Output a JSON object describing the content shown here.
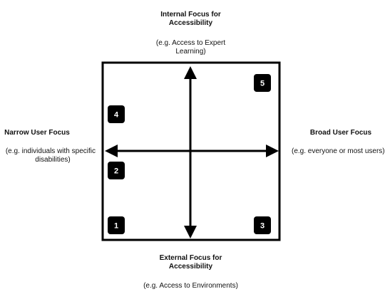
{
  "top": {
    "title_line1": "Internal Focus for",
    "title_line2": "Accessibility",
    "note_line1": "(e.g. Access to Expert",
    "note_line2": "Learning)"
  },
  "bottom": {
    "title_line1": "External Focus for",
    "title_line2": "Accessibility",
    "note": "(e.g. Access to Environments)"
  },
  "left": {
    "title": "Narrow User Focus",
    "note_line1": "(e.g. individuals with specific",
    "note_line2": "disabilities)"
  },
  "right": {
    "title": "Broad User Focus",
    "note": "(e.g. everyone or most users)"
  },
  "badges": {
    "b1": "1",
    "b2": "2",
    "b3": "3",
    "b4": "4",
    "b5": "5"
  },
  "colors": {
    "line": "#000000",
    "badge_fill": "#000000",
    "badge_text": "#ffffff"
  }
}
